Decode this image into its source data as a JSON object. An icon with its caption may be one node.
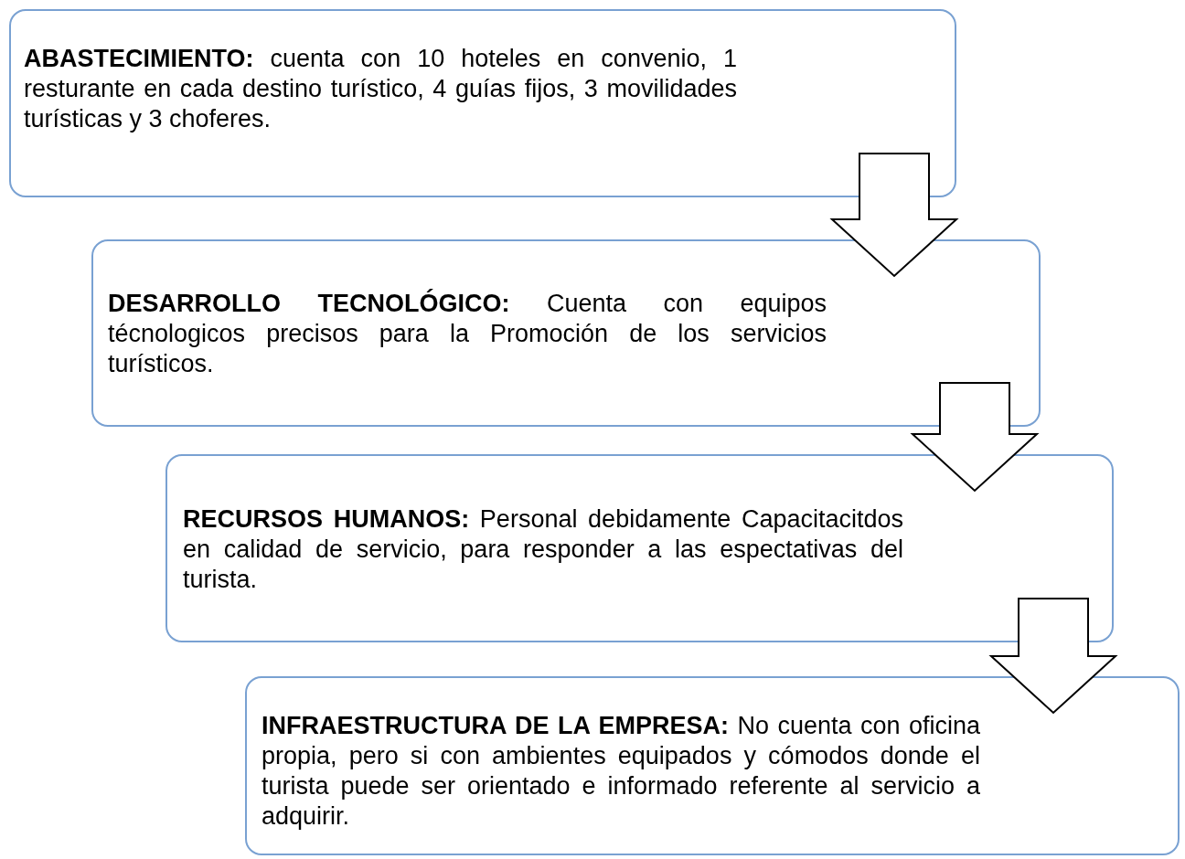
{
  "diagram": {
    "nodes": [
      {
        "text": [
          "**ABASTECIMIENTO:** cuenta con 10 hoteles en convenio, 1 resturante en cada destino turístico, 4 guías fijos, 3 movilidades turísticas y 3 choferes."
        ]
      },
      {
        "text": [
          "**DESARROLLO TECNOLÓGICO:** Cuenta con equipos técnologicos precisos para la Promoción de los servicios turísticos."
        ]
      },
      {
        "text": [
          "**RECURSOS HUMANOS:** Personal debidamente Capacitacitdos en calidad de servicio, para responder a las espectativas del turista."
        ]
      },
      {
        "text": [
          "**INFRAESTRUCTURA DE LA EMPRESA:** No cuenta con oficina propia, pero si con ambientes equipados y cómodos donde el turista puede ser orientado e informado referente al servicio a adquirir."
        ]
      }
    ],
    "edges": [
      {
        "from": 0,
        "to": 1,
        "arrow": "to"
      },
      {
        "from": 1,
        "to": 2,
        "arrow": "to"
      },
      {
        "from": 2,
        "to": 3,
        "arrow": "to"
      }
    ]
  }
}
